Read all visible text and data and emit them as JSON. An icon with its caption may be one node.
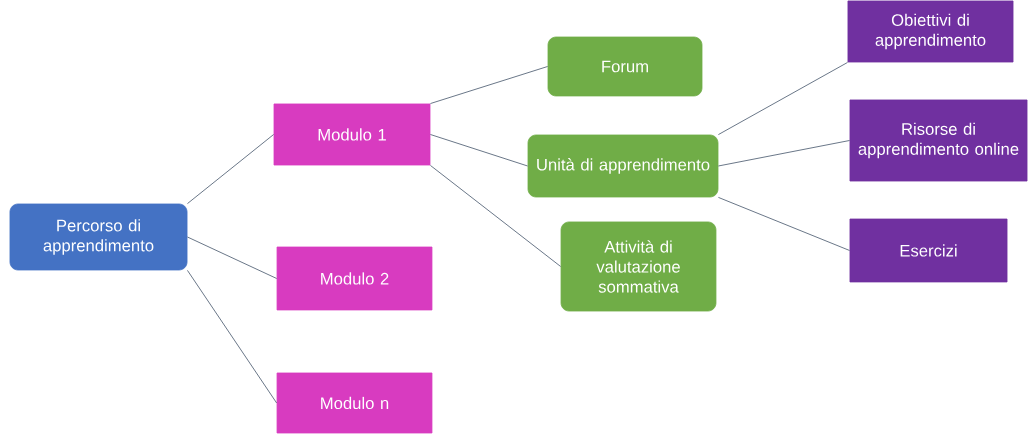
{
  "diagram": {
    "nodes": [
      {
        "text": [
          "Percorso di apprendimento"
        ]
      },
      {
        "text": [
          "Modulo 1"
        ]
      },
      {
        "text": [
          "Modulo 2"
        ]
      },
      {
        "text": [
          "Modulo n"
        ]
      },
      {
        "text": [
          "Forum"
        ]
      },
      {
        "text": [
          "Unità di apprendimento"
        ]
      },
      {
        "text": [
          "Attività di valutazione sommativa"
        ]
      },
      {
        "text": [
          "Obiettivi di apprendimento"
        ]
      },
      {
        "text": [
          "Risorse di apprendimento online"
        ]
      },
      {
        "text": [
          "Esercizi"
        ]
      }
    ],
    "edges": [
      {
        "from": 0,
        "to": 1,
        "arrow": "none"
      },
      {
        "from": 0,
        "to": 2,
        "arrow": "none"
      },
      {
        "from": 0,
        "to": 3,
        "arrow": "none"
      },
      {
        "from": 1,
        "to": 4,
        "arrow": "none"
      },
      {
        "from": 1,
        "to": 5,
        "arrow": "none"
      },
      {
        "from": 1,
        "to": 6,
        "arrow": "none"
      },
      {
        "from": 5,
        "to": 7,
        "arrow": "none"
      },
      {
        "from": 5,
        "to": 8,
        "arrow": "none"
      },
      {
        "from": 5,
        "to": 9,
        "arrow": "none"
      }
    ]
  }
}
